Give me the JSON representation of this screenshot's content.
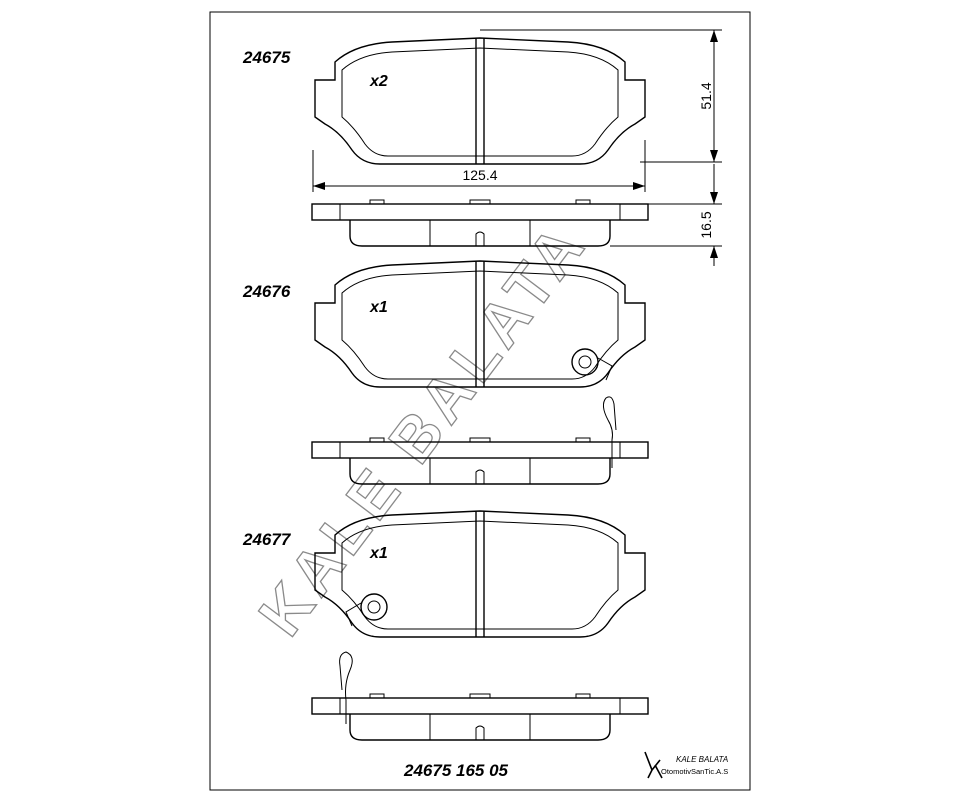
{
  "drawing": {
    "watermark": "KALE BALATA",
    "dimensions": {
      "height": "51.4",
      "width": "125.4",
      "thickness": "16.5"
    },
    "pads": [
      {
        "code": "24675",
        "qty": "x2",
        "sensor": "none"
      },
      {
        "code": "24676",
        "qty": "x1",
        "sensor": "right"
      },
      {
        "code": "24677",
        "qty": "x1",
        "sensor": "left"
      }
    ],
    "part_number": "24675 165 05",
    "brand": {
      "name": "KALE BALATA",
      "company": "OtomotivSanTic.A.S"
    },
    "colors": {
      "line": "#000000",
      "watermark": "#8a8a8a",
      "background": "#ffffff"
    }
  }
}
